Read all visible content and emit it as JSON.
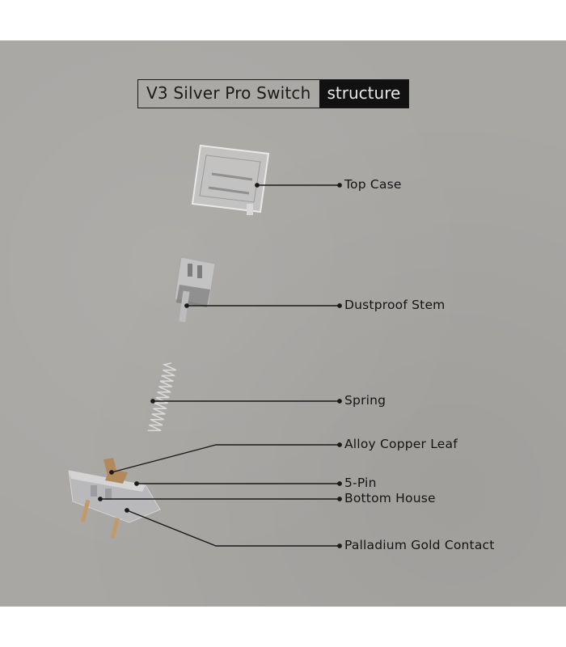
{
  "title": {
    "main": "V3 Silver Pro Switch",
    "tag": "structure"
  },
  "colors": {
    "background": "#a9a7a4",
    "text": "#141414",
    "tag_bg": "#111111"
  },
  "parts": [
    {
      "label": "Top Case"
    },
    {
      "label": "Dustproof Stem"
    },
    {
      "label": "Spring"
    },
    {
      "label": "Alloy Copper Leaf"
    },
    {
      "label": "5-Pin"
    },
    {
      "label": "Bottom House"
    },
    {
      "label": "Palladium Gold Contact"
    }
  ]
}
